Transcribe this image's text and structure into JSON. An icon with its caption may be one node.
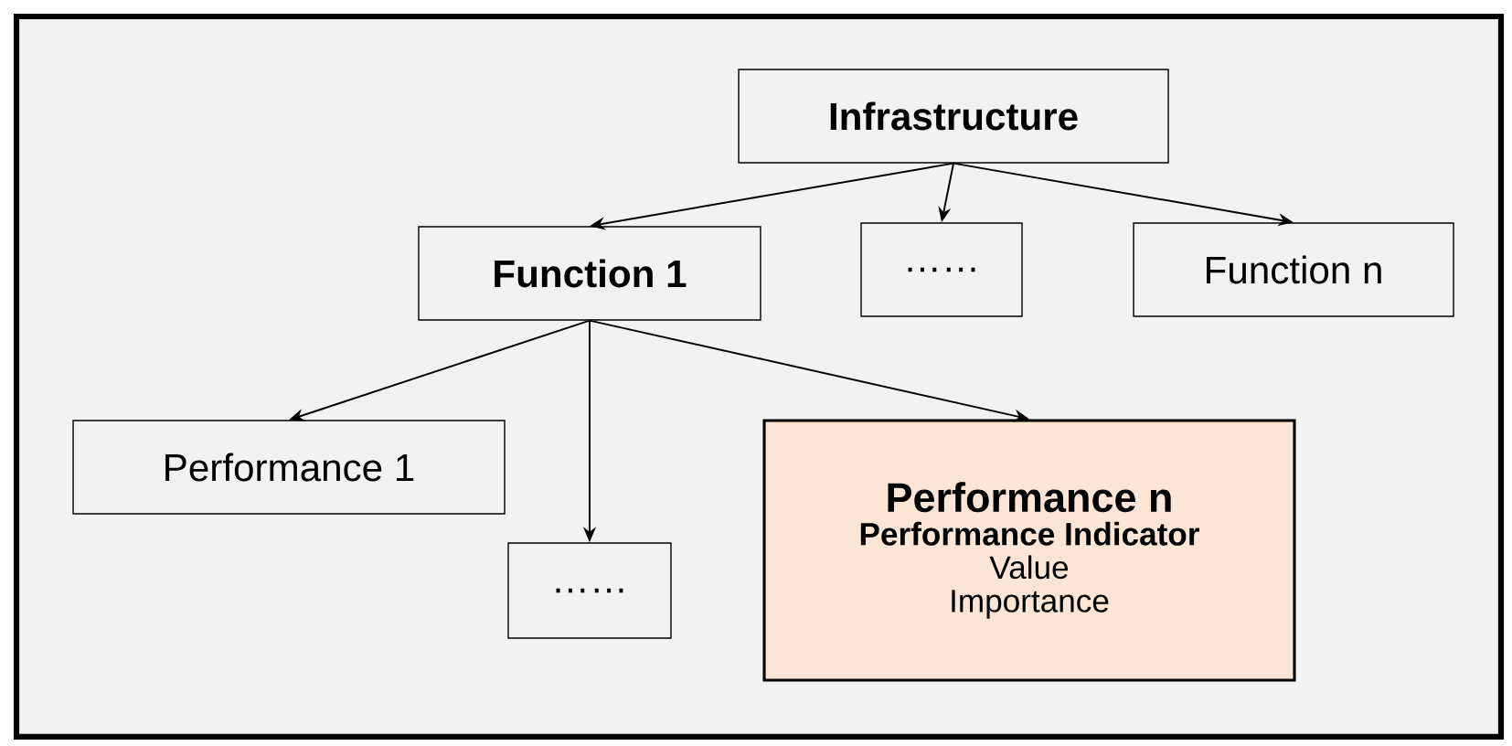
{
  "diagram": {
    "nodes": [
      {
        "text": [
          "Infrastructure"
        ]
      },
      {
        "text": [
          "Function 1"
        ]
      },
      {
        "text": [
          "……"
        ]
      },
      {
        "text": [
          "Function n"
        ]
      },
      {
        "text": [
          "Performance 1"
        ]
      },
      {
        "text": [
          "……"
        ]
      },
      {
        "text": [
          "Performance n",
          "Performance Indicator",
          "Value",
          "Importance"
        ]
      }
    ],
    "edges": [
      {
        "from": 0,
        "to": 1,
        "arrow": "to"
      },
      {
        "from": 0,
        "to": 2,
        "arrow": "to"
      },
      {
        "from": 0,
        "to": 3,
        "arrow": "to"
      },
      {
        "from": 1,
        "to": 4,
        "arrow": "to"
      },
      {
        "from": 1,
        "to": 5,
        "arrow": "to"
      },
      {
        "from": 1,
        "to": 6,
        "arrow": "to"
      }
    ]
  }
}
